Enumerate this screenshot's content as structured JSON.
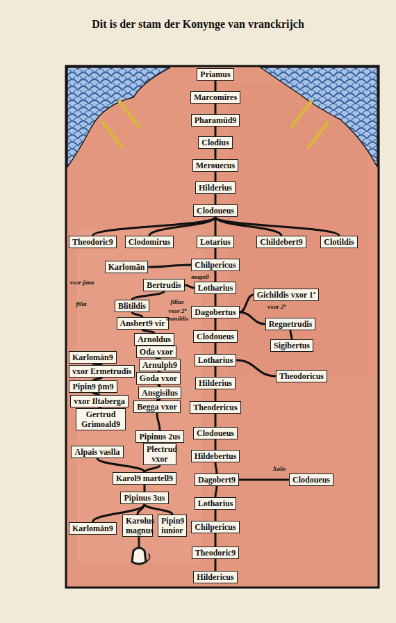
{
  "diagram": {
    "title": "Dit is der stam der Konynge van vranckrijch",
    "nodes": [
      {
        "text": [
          "Priamus"
        ]
      },
      {
        "text": [
          "Marcomires"
        ]
      },
      {
        "text": [
          "Pharamūd9"
        ]
      },
      {
        "text": [
          "Clodius"
        ]
      },
      {
        "text": [
          "Merouecus"
        ]
      },
      {
        "text": [
          "Hilderius"
        ]
      },
      {
        "text": [
          "Clodoueus"
        ]
      },
      {
        "text": [
          "Theodoric9"
        ]
      },
      {
        "text": [
          "Clodomirus"
        ]
      },
      {
        "text": [
          "Lotarius"
        ]
      },
      {
        "text": [
          "Childebert9"
        ]
      },
      {
        "text": [
          "Clotildis"
        ]
      },
      {
        "text": [
          "Chilpericus"
        ]
      },
      {
        "text": [
          "Karlomān"
        ]
      },
      {
        "text": [
          "Bertrudis"
        ]
      },
      {
        "text": [
          "Lotharius"
        ]
      },
      {
        "text": [
          "Gichildis vxor 1ª"
        ]
      },
      {
        "text": [
          "Blitildis"
        ]
      },
      {
        "text": [
          "Dagobertus"
        ]
      },
      {
        "text": [
          "Regnetrudis"
        ]
      },
      {
        "text": [
          "Ansbert9 vir"
        ]
      },
      {
        "text": [
          "Arnoldus"
        ]
      },
      {
        "text": [
          "Sigibertus"
        ]
      },
      {
        "text": [
          "Clodoueus"
        ]
      },
      {
        "text": [
          "Oda vxor"
        ]
      },
      {
        "text": [
          "Karlomān9"
        ]
      },
      {
        "text": [
          "Lotharius"
        ]
      },
      {
        "text": [
          "Arnulph9"
        ]
      },
      {
        "text": [
          "vxor Ermetrudis"
        ]
      },
      {
        "text": [
          "Theodoricus"
        ]
      },
      {
        "text": [
          "Goda vxor"
        ]
      },
      {
        "text": [
          "Hilderius"
        ]
      },
      {
        "text": [
          "Pipin9 p̄m9"
        ]
      },
      {
        "text": [
          "Ansgisilus"
        ]
      },
      {
        "text": [
          "vxor Iltaberga"
        ]
      },
      {
        "text": [
          "Begga vxor"
        ]
      },
      {
        "text": [
          "Theodericus"
        ]
      },
      {
        "text": [
          "Gertrud Grimoald9"
        ]
      },
      {
        "text": [
          "Pipinus 2us"
        ]
      },
      {
        "text": [
          "Clodoueus"
        ]
      },
      {
        "text": [
          "Alpais vaslla"
        ]
      },
      {
        "text": [
          "Plectrud vxor"
        ]
      },
      {
        "text": [
          "Hildebertus"
        ]
      },
      {
        "text": [
          "Karol9 martell9"
        ]
      },
      {
        "text": [
          "Dagobert9"
        ]
      },
      {
        "text": [
          "Clodoueus"
        ]
      },
      {
        "text": [
          "Pipinus 3us"
        ]
      },
      {
        "text": [
          "Lotharius"
        ]
      },
      {
        "text": [
          "Karlomān9"
        ]
      },
      {
        "text": [
          "Karolus magnus"
        ]
      },
      {
        "text": [
          "Pipin9 iunior"
        ]
      },
      {
        "text": [
          "Chilpericus"
        ]
      },
      {
        "text": [
          "Theodoric9"
        ]
      },
      {
        "text": [
          "Hildericus"
        ]
      }
    ],
    "edges": [
      {
        "from": 0,
        "to": 1,
        "arrow": "none"
      },
      {
        "from": 1,
        "to": 2,
        "arrow": "none"
      },
      {
        "from": 2,
        "to": 3,
        "arrow": "none"
      },
      {
        "from": 3,
        "to": 4,
        "arrow": "none"
      },
      {
        "from": 4,
        "to": 5,
        "arrow": "none"
      },
      {
        "from": 5,
        "to": 6,
        "arrow": "none"
      },
      {
        "from": 6,
        "to": 7,
        "arrow": "none"
      },
      {
        "from": 6,
        "to": 8,
        "arrow": "none"
      },
      {
        "from": 6,
        "to": 9,
        "arrow": "none"
      },
      {
        "from": 6,
        "to": 10,
        "arrow": "none"
      },
      {
        "from": 6,
        "to": 11,
        "arrow": "none"
      },
      {
        "from": 9,
        "to": 12,
        "arrow": "none"
      },
      {
        "from": 12,
        "to": 15,
        "arrow": "none"
      },
      {
        "from": 15,
        "to": 18,
        "arrow": "none"
      },
      {
        "from": 18,
        "to": 23,
        "arrow": "none"
      },
      {
        "from": 23,
        "to": 26,
        "arrow": "none"
      },
      {
        "from": 26,
        "to": 31,
        "arrow": "none"
      },
      {
        "from": 31,
        "to": 36,
        "arrow": "none"
      },
      {
        "from": 36,
        "to": 39,
        "arrow": "none"
      },
      {
        "from": 39,
        "to": 42,
        "arrow": "none"
      },
      {
        "from": 42,
        "to": 44,
        "arrow": "none"
      },
      {
        "from": 44,
        "to": 47,
        "arrow": "none"
      },
      {
        "from": 47,
        "to": 51,
        "arrow": "none"
      },
      {
        "from": 51,
        "to": 52,
        "arrow": "none"
      },
      {
        "from": 52,
        "to": 53,
        "arrow": "none"
      },
      {
        "from": 12,
        "to": 13,
        "arrow": "none"
      },
      {
        "from": 15,
        "to": 14,
        "arrow": "none"
      },
      {
        "from": 14,
        "to": 17,
        "arrow": "none"
      },
      {
        "from": 17,
        "to": 20,
        "arrow": "none"
      },
      {
        "from": 20,
        "to": 21,
        "arrow": "none"
      },
      {
        "from": 21,
        "to": 24,
        "arrow": "none"
      },
      {
        "from": 24,
        "to": 27,
        "arrow": "none"
      },
      {
        "from": 27,
        "to": 30,
        "arrow": "none"
      },
      {
        "from": 30,
        "to": 33,
        "arrow": "none"
      },
      {
        "from": 33,
        "to": 35,
        "arrow": "none"
      },
      {
        "from": 35,
        "to": 38,
        "arrow": "none"
      },
      {
        "from": 38,
        "to": 41,
        "arrow": "none"
      },
      {
        "from": 41,
        "to": 43,
        "arrow": "none"
      },
      {
        "from": 40,
        "to": 43,
        "arrow": "none"
      },
      {
        "from": 43,
        "to": 46,
        "arrow": "none"
      },
      {
        "from": 46,
        "to": 49,
        "arrow": "none"
      },
      {
        "from": 46,
        "to": 50,
        "arrow": "none"
      },
      {
        "from": 46,
        "to": 48,
        "arrow": "none"
      },
      {
        "from": 25,
        "to": 28,
        "arrow": "none"
      },
      {
        "from": 28,
        "to": 32,
        "arrow": "none"
      },
      {
        "from": 32,
        "to": 34,
        "arrow": "none"
      },
      {
        "from": 34,
        "to": 37,
        "arrow": "none"
      },
      {
        "from": 18,
        "to": 16,
        "arrow": "none"
      },
      {
        "from": 18,
        "to": 19,
        "arrow": "none"
      },
      {
        "from": 19,
        "to": 22,
        "arrow": "none"
      },
      {
        "from": 26,
        "to": 29,
        "arrow": "none"
      },
      {
        "from": 44,
        "to": 45,
        "arrow": "none"
      }
    ],
    "labels": [
      "magn9",
      "vxor p̄ma",
      "filia",
      "filius",
      "vxor 2ª",
      "manildis",
      "vxor 2ª",
      "Xalis"
    ]
  }
}
